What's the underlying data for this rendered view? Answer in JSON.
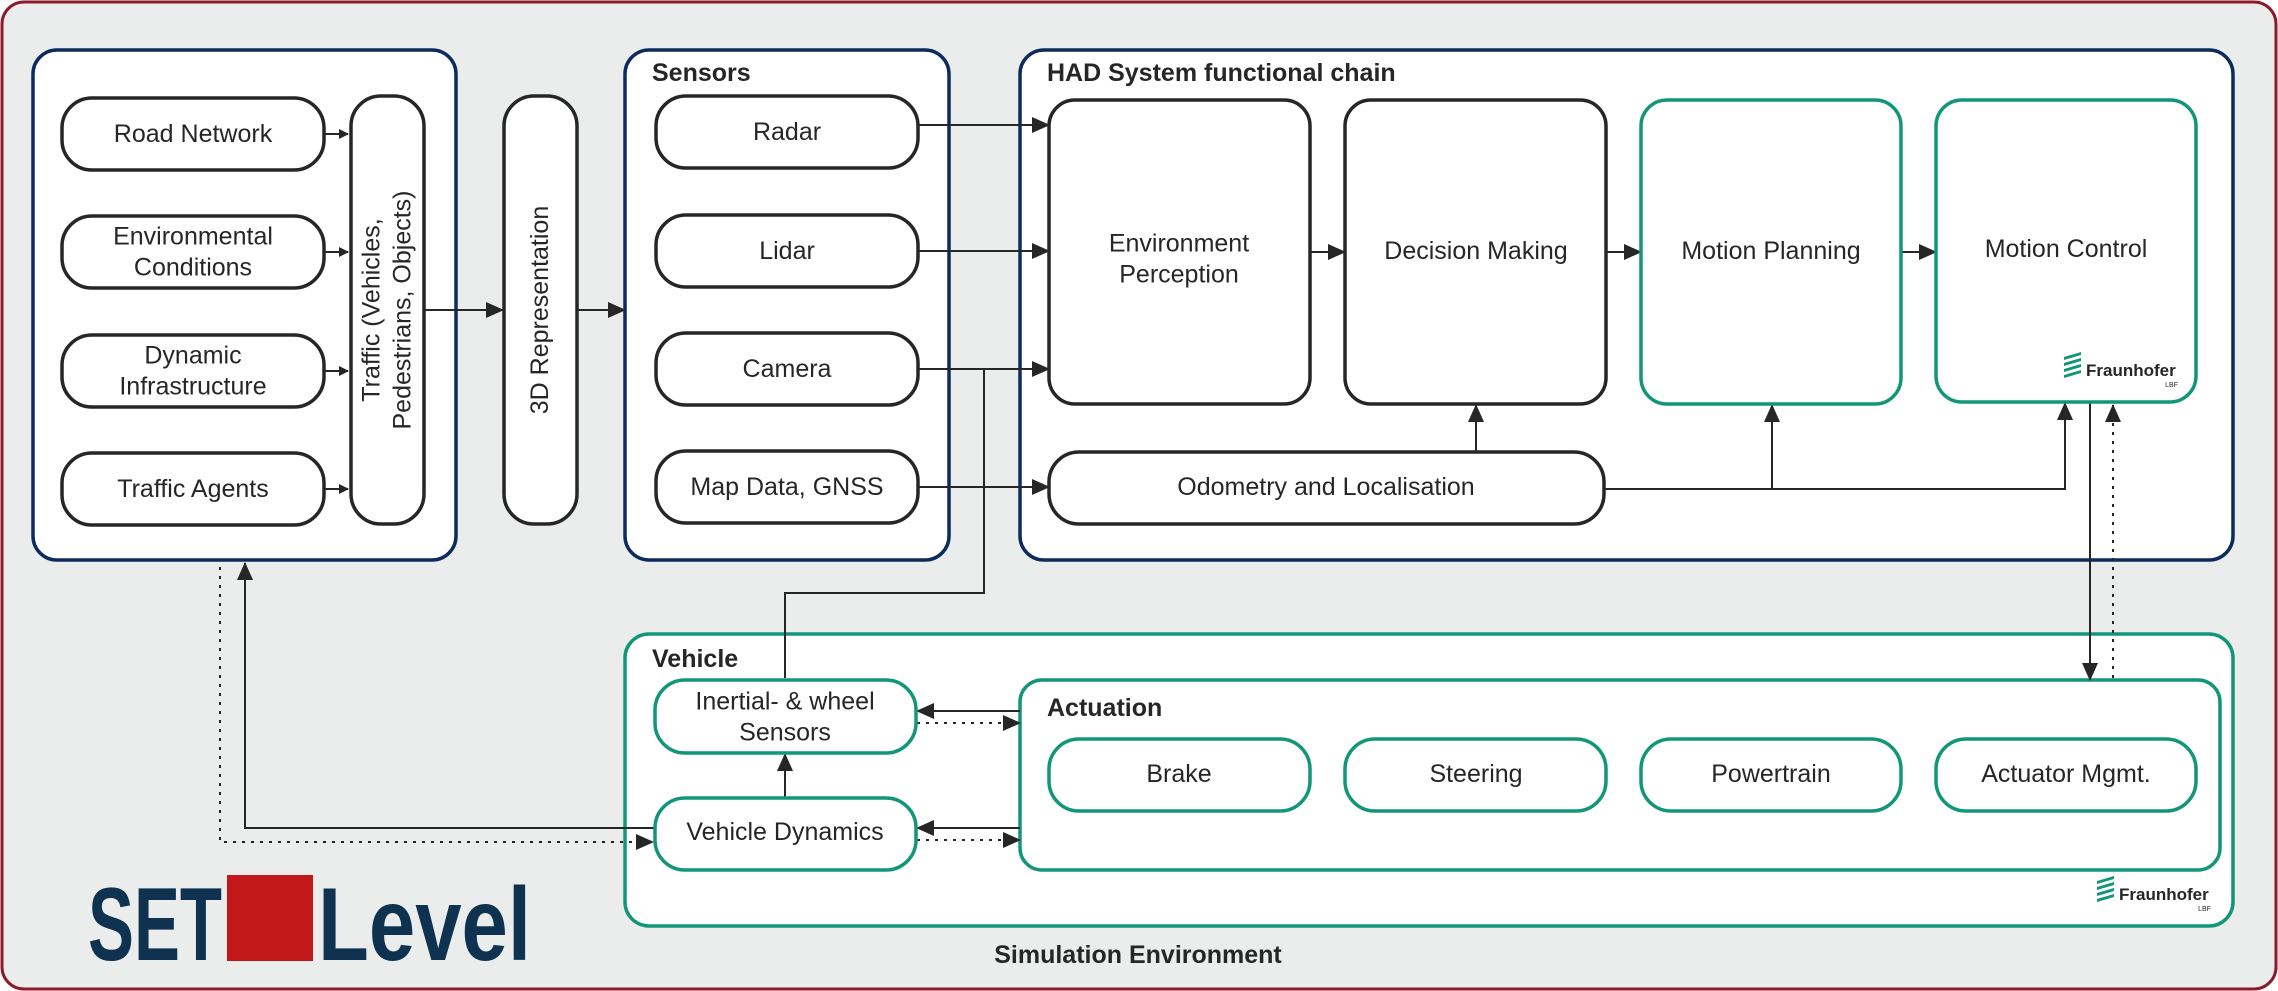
{
  "colors": {
    "frame_border": "#8B1A2B",
    "background": "#EBEDED",
    "navy": "#0D2B5C",
    "teal": "#12967A",
    "dark": "#262626",
    "logo_navy": "#0E3250",
    "logo_red": "#C3181A"
  },
  "footer": {
    "title": "Simulation Environment"
  },
  "environment": {
    "items": {
      "road_network": {
        "lines": [
          "Road Network"
        ]
      },
      "environmental_conditions": {
        "lines": [
          "Environmental",
          "Conditions"
        ]
      },
      "dynamic_infrastructure": {
        "lines": [
          "Dynamic",
          "Infrastructure"
        ]
      },
      "traffic_agents": {
        "lines": [
          "Traffic Agents"
        ]
      }
    },
    "traffic": {
      "lines": [
        "Traffic (Vehicles,",
        "Pedestrians, Objects)"
      ]
    }
  },
  "representation": {
    "label": "3D Representation"
  },
  "sensors": {
    "title": "Sensors",
    "items": {
      "radar": {
        "lines": [
          "Radar"
        ]
      },
      "lidar": {
        "lines": [
          "Lidar"
        ]
      },
      "camera": {
        "lines": [
          "Camera"
        ]
      },
      "map_data": {
        "lines": [
          "Map Data, GNSS"
        ]
      }
    }
  },
  "had_chain": {
    "title": "HAD System functional chain",
    "items": {
      "environment_perception": {
        "lines": [
          "Environment",
          "Perception"
        ]
      },
      "decision_making": {
        "lines": [
          "Decision Making"
        ]
      },
      "motion_planning": {
        "lines": [
          "Motion Planning"
        ]
      },
      "motion_control": {
        "lines": [
          "Motion Control"
        ]
      },
      "odometry": {
        "lines": [
          "Odometry and Localisation"
        ]
      }
    }
  },
  "vehicle": {
    "title": "Vehicle",
    "items": {
      "inertial_sensors": {
        "lines": [
          "Inertial- & wheel",
          "Sensors"
        ]
      },
      "vehicle_dynamics": {
        "lines": [
          "Vehicle Dynamics"
        ]
      }
    }
  },
  "actuation": {
    "title": "Actuation",
    "items": {
      "brake": {
        "lines": [
          "Brake"
        ]
      },
      "steering": {
        "lines": [
          "Steering"
        ]
      },
      "powertrain": {
        "lines": [
          "Powertrain"
        ]
      },
      "actuator_mgmt": {
        "lines": [
          "Actuator Mgmt."
        ]
      }
    }
  },
  "logos": {
    "fraunhofer": {
      "name": "Fraunhofer",
      "sub": "LBF"
    },
    "setlevel": {
      "left": "SET",
      "right": "Level"
    }
  }
}
